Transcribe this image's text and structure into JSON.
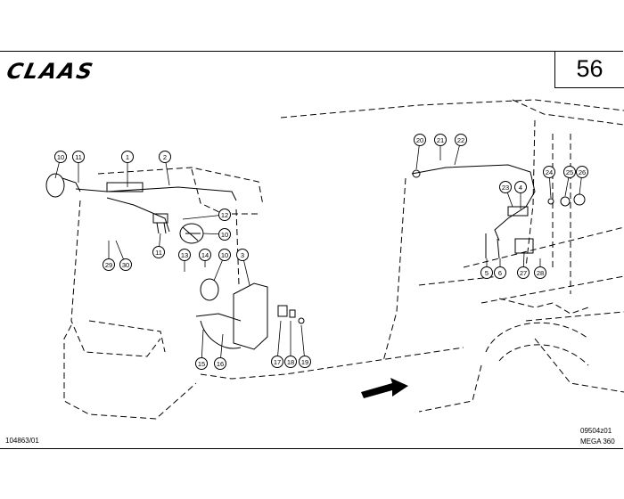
{
  "header": {
    "brand": "CLAAS",
    "page_number": "56"
  },
  "footer": {
    "doc_number": "104863/01",
    "drawing_ref": "09504z01",
    "model": "MEGA 360"
  },
  "callouts": [
    "10",
    "11",
    "1",
    "2",
    "12",
    "10",
    "11",
    "29",
    "30",
    "13",
    "14",
    "10",
    "3",
    "15",
    "16",
    "17",
    "18",
    "19",
    "20",
    "21",
    "22",
    "23",
    "4",
    "24",
    "25",
    "26",
    "5",
    "6",
    "27",
    "28"
  ]
}
